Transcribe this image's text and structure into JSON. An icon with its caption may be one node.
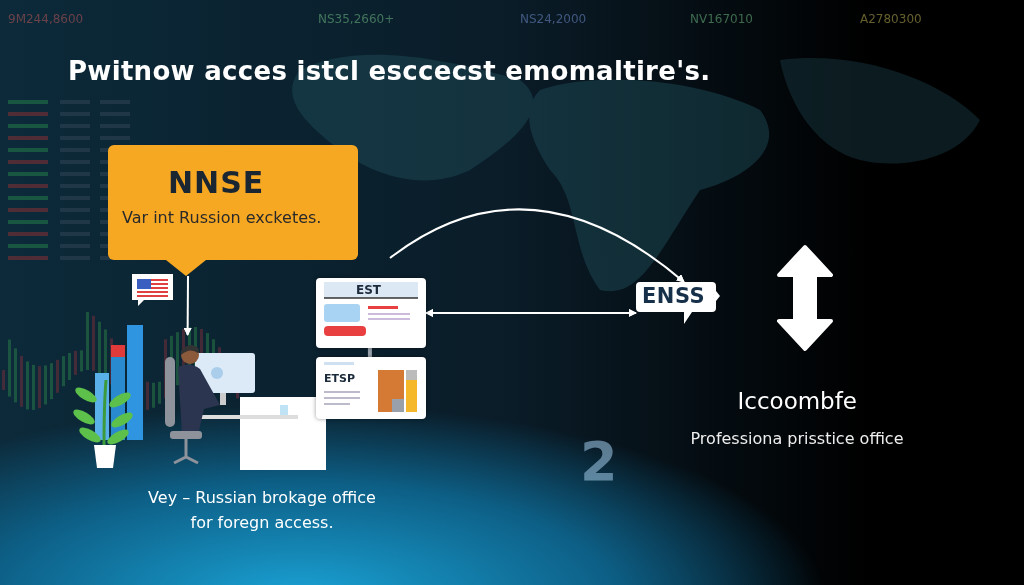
{
  "diagram": {
    "title": "Pwitnow acces istcl esccecst emomaltire's.",
    "nodes": [
      {
        "text": [
          "NNSE",
          "Var int Russion excketes."
        ]
      },
      {
        "text": [],
        "shape": "picture"
      },
      {
        "text": [
          "EST"
        ]
      },
      {
        "text": [
          "ETSP"
        ]
      },
      {
        "text": [
          "ENSS"
        ]
      }
    ],
    "edges": [
      {
        "from": 0,
        "to": 1,
        "arrow": "to"
      },
      {
        "from": 2,
        "to": 3,
        "arrow": "none",
        "style": "thick",
        "color": "#9aa3ad"
      },
      {
        "from": 2,
        "to": 4,
        "arrow": "both"
      },
      {
        "from": null,
        "to": 4,
        "arrow": "to"
      }
    ],
    "labels": [
      "9M244,8600",
      "NS35,2660+",
      "NS24,2000",
      "NV167010",
      "A2780300",
      "Iccoombfe",
      "Professiona prisstice office",
      "Vey – Russian brokage office for foregn access.",
      "2"
    ]
  }
}
